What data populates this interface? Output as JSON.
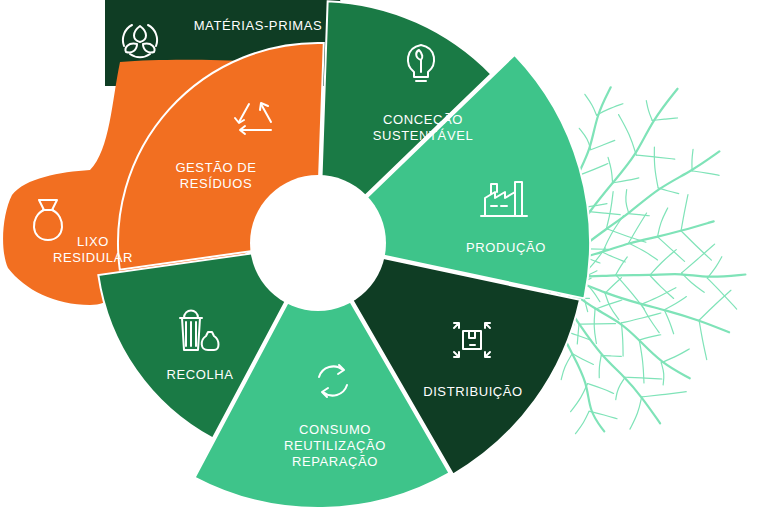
{
  "diagram": {
    "nodes": [
      {
        "text": [
          "MATÉRIAS-PRIMAS"
        ]
      },
      {
        "text": [
          "CONCEÇÃO SUSTENTÁVEL"
        ]
      },
      {
        "text": [
          "PRODUÇÃO"
        ]
      },
      {
        "text": [
          "DISTRIBUIÇÃO"
        ]
      },
      {
        "text": [
          "CONSUMO REUTILIZAÇÃO REPARAÇÃO"
        ]
      },
      {
        "text": [
          "RECOLHA"
        ]
      },
      {
        "text": [
          "LIXO RESIDULAR"
        ]
      },
      {
        "text": [
          "GESTÃO DE RESÍDUOS"
        ]
      }
    ]
  }
}
